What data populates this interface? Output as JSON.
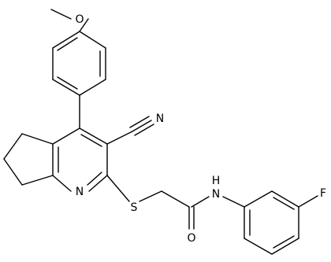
{
  "molecule": {
    "atom_labels": {
      "methoxy_oxygen": "O",
      "nitrile_nitrogen": "N",
      "pyridine_nitrogen": "N",
      "thioether_sulfur": "S",
      "carbonyl_oxygen": "O",
      "amide_nh": "N",
      "amide_h": "H",
      "fluorine": "F"
    },
    "colors": {
      "line": "#000000",
      "background": "#ffffff"
    }
  }
}
